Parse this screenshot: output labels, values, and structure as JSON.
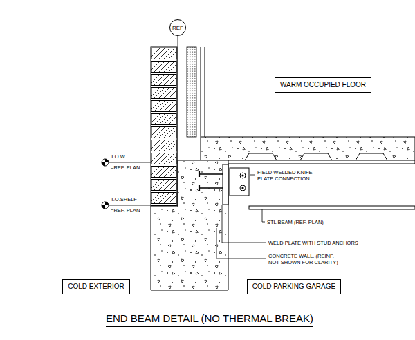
{
  "diagram": {
    "title": "END BEAM DETAIL (NO THERMAL BREAK)",
    "nodes": [
      {
        "text": [
          "REF"
        ]
      },
      {
        "text": [
          "WARM OCCUPIED FLOOR"
        ]
      },
      {
        "text": [
          "COLD EXTERIOR"
        ]
      },
      {
        "text": [
          "COLD PARKING GARAGE"
        ]
      }
    ],
    "labels": [
      "T.O.W.",
      "=REF. PLAN",
      "T.O.SHELF",
      "=REF. PLAN",
      "FIELD WELDED KNIFE PLATE CONNECTION.",
      "STL BEAM (REF. PLAN)",
      "WELD PLATE WITH STUD ANCHORS",
      "CONCRETE WALL. (REINF. NOT SHOWN FOR CLARITY)"
    ]
  }
}
